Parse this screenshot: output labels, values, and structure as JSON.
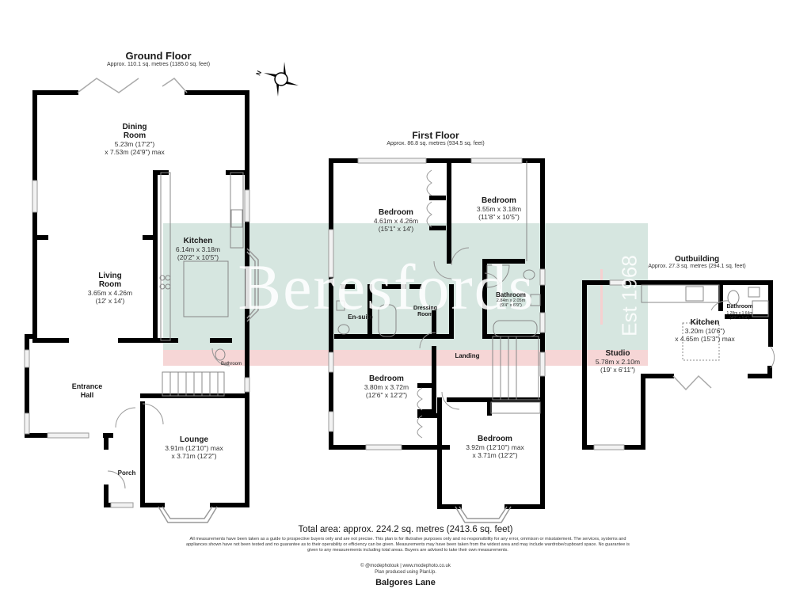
{
  "ground_floor": {
    "title": "Ground Floor",
    "area": "Approx. 110.1 sq. metres (1185.0 sq. feet)",
    "rooms": {
      "dining": {
        "name_1": "Dining",
        "name_2": "Room",
        "dim_1": "5.23m (17'2\")",
        "dim_2": "x 7.53m (24'9\") max"
      },
      "living": {
        "name_1": "Living",
        "name_2": "Room",
        "dim_1": "3.65m x 4.26m",
        "dim_2": "(12' x 14')"
      },
      "kitchen": {
        "name": "Kitchen",
        "dim_1": "6.14m x 3.18m",
        "dim_2": "(20'2\" x 10'5\")"
      },
      "bathroom": {
        "name": "Bathroom"
      },
      "entrance_hall": {
        "name_1": "Entrance",
        "name_2": "Hall"
      },
      "lounge": {
        "name": "Lounge",
        "dim_1": "3.91m (12'10\") max",
        "dim_2": "x 3.71m (12'2\")"
      },
      "porch": {
        "name": "Porch"
      }
    }
  },
  "first_floor": {
    "title": "First Floor",
    "area": "Approx. 86.8 sq. metres (934.5 sq. feet)",
    "rooms": {
      "bedroom_1": {
        "name": "Bedroom",
        "dim_1": "4.61m x 4.26m",
        "dim_2": "(15'1\" x 14')"
      },
      "bedroom_2": {
        "name": "Bedroom",
        "dim_1": "3.55m x 3.18m",
        "dim_2": "(11'8\" x 10'5\")"
      },
      "ensuite": {
        "name": "En-suite"
      },
      "dressing": {
        "name_1": "Dressing",
        "name_2": "Room"
      },
      "bathroom": {
        "name": "Bathroom",
        "dim_1": "2.84m x 2.05m",
        "dim_2": "(9'4\" x 6'9\")"
      },
      "landing": {
        "name": "Landing"
      },
      "bedroom_3": {
        "name": "Bedroom",
        "dim_1": "3.80m x 3.72m",
        "dim_2": "(12'6\" x 12'2\")"
      },
      "bedroom_4": {
        "name": "Bedroom",
        "dim_1": "3.92m (12'10\") max",
        "dim_2": "x 3.71m (12'2\")"
      }
    }
  },
  "outbuilding": {
    "title": "Outbuilding",
    "area": "Approx. 27.3 sq. metres (294.1 sq. feet)",
    "rooms": {
      "bathroom": {
        "name": "Bathroom",
        "dim_1": "1.28m x 1.64m",
        "dim_2": "(4'2\" x 5'4\")"
      },
      "kitchen": {
        "name": "Kitchen",
        "dim_1": "3.20m (10'6\")",
        "dim_2": "x 4.65m (15'3\") max"
      },
      "studio": {
        "name": "Studio",
        "dim_1": "5.78m x 2.10m",
        "dim_2": "(19' x 6'11\")"
      }
    }
  },
  "watermark": {
    "brand": "Beresfords",
    "est": "Est 1968",
    "band_color": "#d6e6e0",
    "stripe_color": "#f6d6d6"
  },
  "compass": {
    "label": "N"
  },
  "footer": {
    "total": "Total area: approx. 224.2 sq. metres (2413.6 sq. feet)",
    "disclaimer_1": "All measurements have been taken as a guide to prospective buyers only and are not precise. This plan is for illutrative purposes only and no responsibility for any error, ommison or misstatement. The services, systems and",
    "disclaimer_2": "appliances shown have not been tested and no guarantee as to their operability or efficiency can be given. Measurements may have been taken from the widest area and may include wardrobe/cupboard space. No guarantee is",
    "disclaimer_3": "given to any measurements including total areas. Buyers are advised to take their own measurements.",
    "credit_1": "© @modephotouk | www.modephoto.co.uk",
    "credit_2": "Plan produced using PlanUp.",
    "street": "Balgores Lane"
  }
}
